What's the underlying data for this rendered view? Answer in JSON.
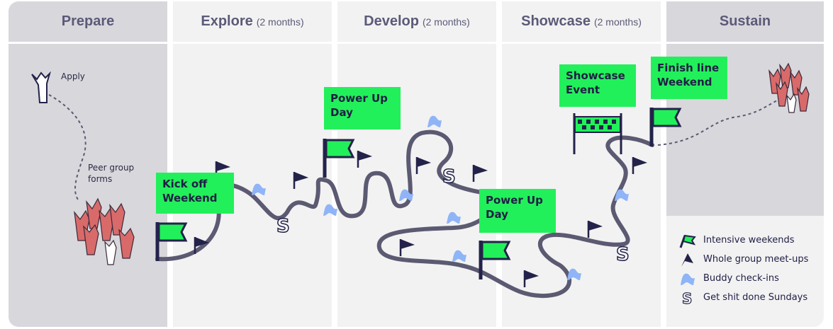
{
  "phases": [
    {
      "name": "Prepare",
      "duration": ""
    },
    {
      "name": "Explore",
      "duration": "(2 months)"
    },
    {
      "name": "Develop",
      "duration": "(2 months)"
    },
    {
      "name": "Showcase",
      "duration": "(2 months)"
    },
    {
      "name": "Sustain",
      "duration": ""
    }
  ],
  "labels": {
    "apply": "Apply",
    "peer_group": "Peer group forms"
  },
  "milestones": [
    "Kick off Weekend",
    "Power Up Day",
    "Power Up Day",
    "Showcase Event",
    "Finish line Weekend"
  ],
  "legend": [
    {
      "icon": "green-flag-icon",
      "label": "Intensive weekends"
    },
    {
      "icon": "dark-pennant-icon",
      "label": "Whole group meet-ups"
    },
    {
      "icon": "blue-wave-flag-icon",
      "label": "Buddy check-ins"
    },
    {
      "icon": "s-icon",
      "label": "Get shit done Sundays"
    }
  ],
  "colors": {
    "green": "#22f05a",
    "navy": "#23224a",
    "blue": "#8fb4f7",
    "path": "#5b5a72",
    "people": "#d96a6a"
  }
}
